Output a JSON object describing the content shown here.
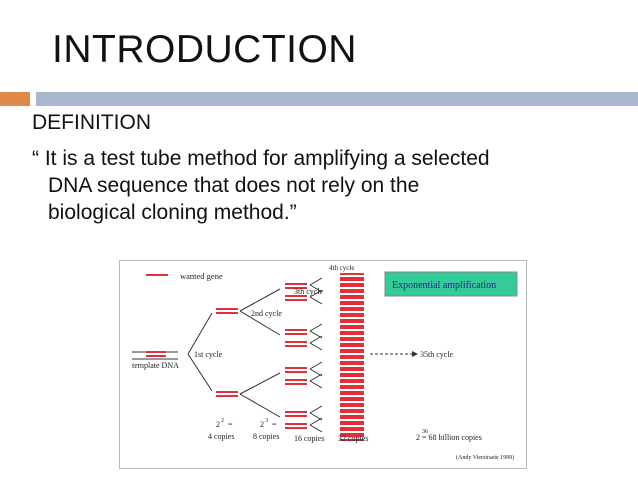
{
  "slide": {
    "title": "INTRODUCTION",
    "definition_heading": "DEFINITION",
    "quote_line1": "“ It is a test tube method for amplifying a selected",
    "quote_line2": "DNA sequence that does not rely on the",
    "quote_line3": "biological cloning method.”"
  },
  "colors": {
    "accent_orange": "#e08a4a",
    "accent_blue": "#a9b8cf",
    "dna_red": "#e0303a",
    "callout_green": "#33cc99",
    "callout_text": "#1a2a88"
  },
  "figure": {
    "legend": "wanted gene",
    "template": "template DNA",
    "cycle1": "1st cycle",
    "cycle2": "2nd cycle",
    "cycle3": "3th cycle",
    "cycle4": "4th cycle",
    "callout": "Exponential amplification",
    "cycle35": "35th cycle",
    "c4_base": "2",
    "c4_exp": "2",
    "c4_eq": "=",
    "c4_label": "4 copies",
    "c8_base": "2",
    "c8_exp": "3",
    "c8_eq": "=",
    "c8_label": "8 copies",
    "c16_label": "16 copies",
    "c32_label": "32 copies",
    "big_exp": "36",
    "big_label": "2     = 68 billion copies",
    "credit": "(Andy Vierstraete 1999)"
  }
}
